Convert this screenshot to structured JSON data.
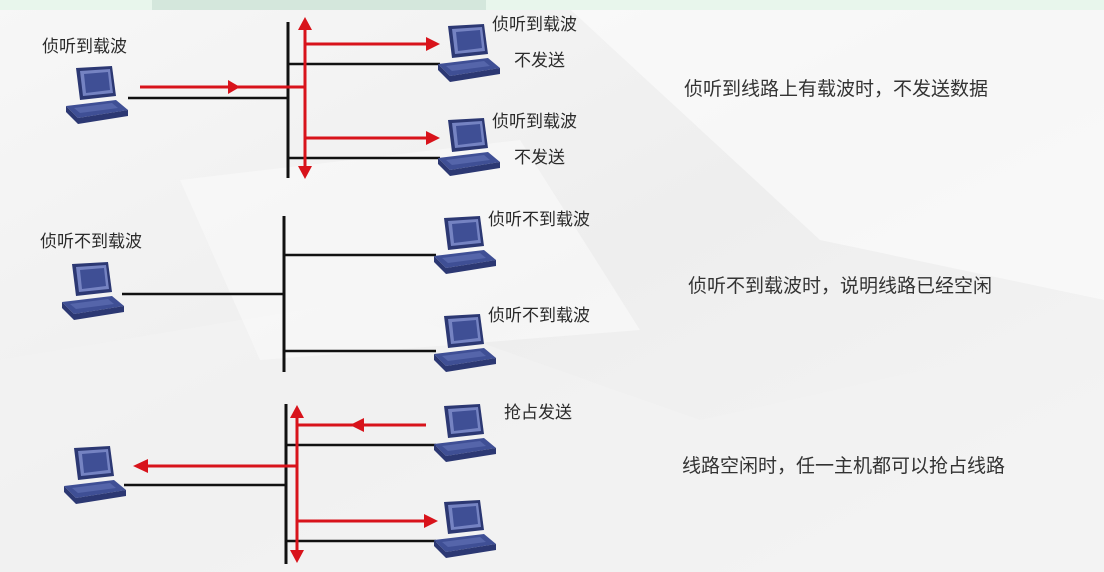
{
  "colors": {
    "signal": "#d8131b",
    "line": "#111111",
    "computer_body": "#3f4f95",
    "computer_screen": "#7583c2",
    "computer_dark": "#2c3873",
    "top_strip": "#e8f6ec",
    "highlight_box": "#d4e7dc"
  },
  "scenario1": {
    "sender_label": "侦听到载波",
    "top_receiver_label_1": "侦听到载波",
    "top_receiver_label_2": "不发送",
    "bottom_receiver_label_1": "侦听到载波",
    "bottom_receiver_label_2": "不发送",
    "description": "侦听到线路上有载波时，不发送数据"
  },
  "scenario2": {
    "left_label": "侦听不到载波",
    "top_right_label": "侦听不到载波",
    "bottom_right_label": "侦听不到载波",
    "description": "侦听不到载波时，说明线路已经空闲"
  },
  "scenario3": {
    "sender_label": "抢占发送",
    "description": "线路空闲时，任一主机都可以抢占线路"
  },
  "icons": [
    "computer-icon",
    "arrow-icon"
  ]
}
